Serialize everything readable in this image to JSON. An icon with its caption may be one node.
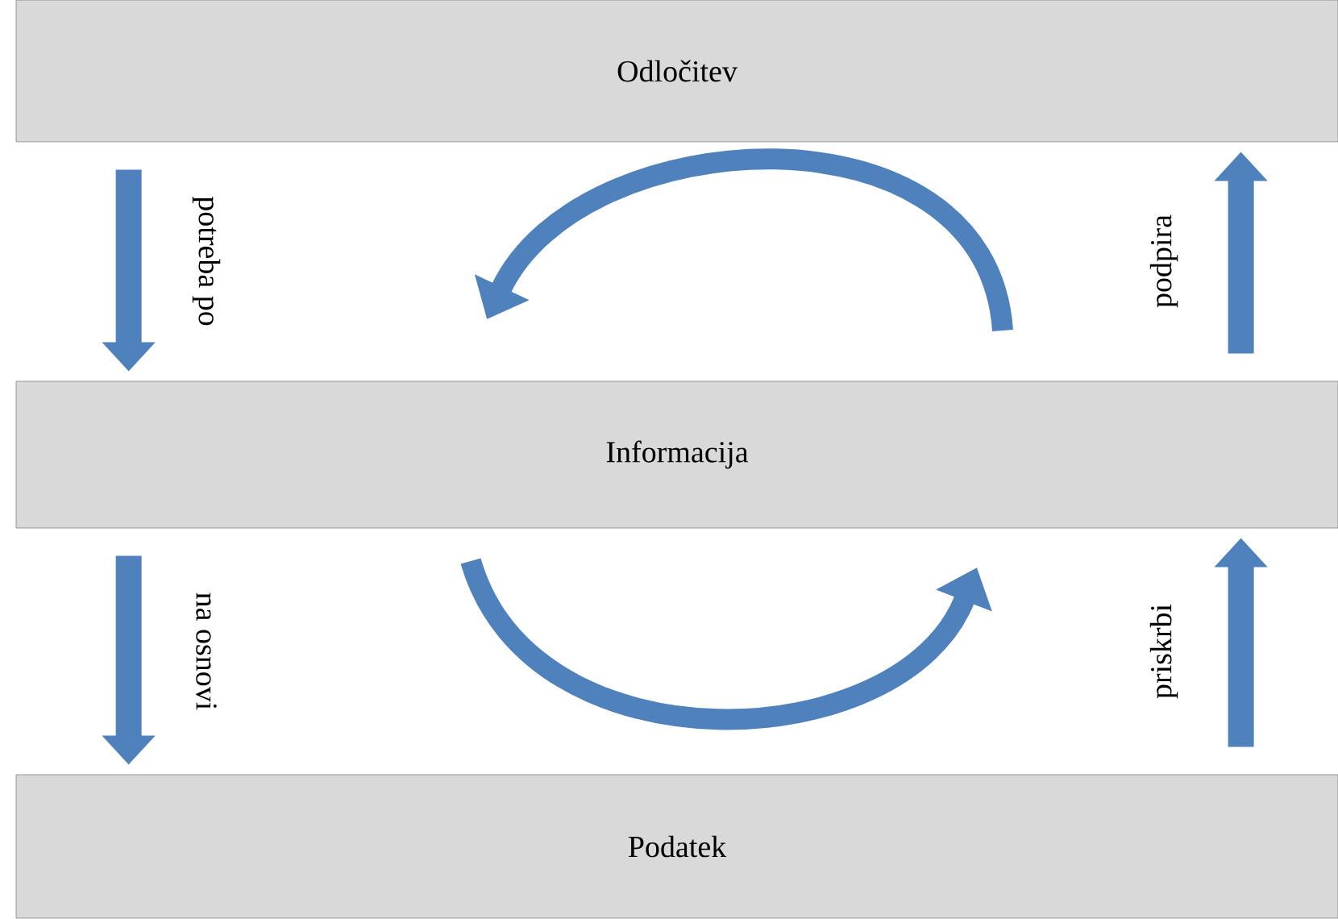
{
  "diagram": {
    "nodes": [
      {
        "text": [
          "Odločitev"
        ]
      },
      {
        "text": [
          "Informacija"
        ]
      },
      {
        "text": [
          "Podatek"
        ]
      }
    ],
    "edges": [
      {
        "from": 0,
        "to": 1,
        "arrow": "to",
        "label": "potreba po"
      },
      {
        "from": 1,
        "to": 0,
        "arrow": "to",
        "label": "podpira"
      },
      {
        "from": 1,
        "to": 2,
        "arrow": "to",
        "label": "na osnovi"
      },
      {
        "from": 2,
        "to": 1,
        "arrow": "to",
        "label": "priskrbi"
      }
    ]
  }
}
